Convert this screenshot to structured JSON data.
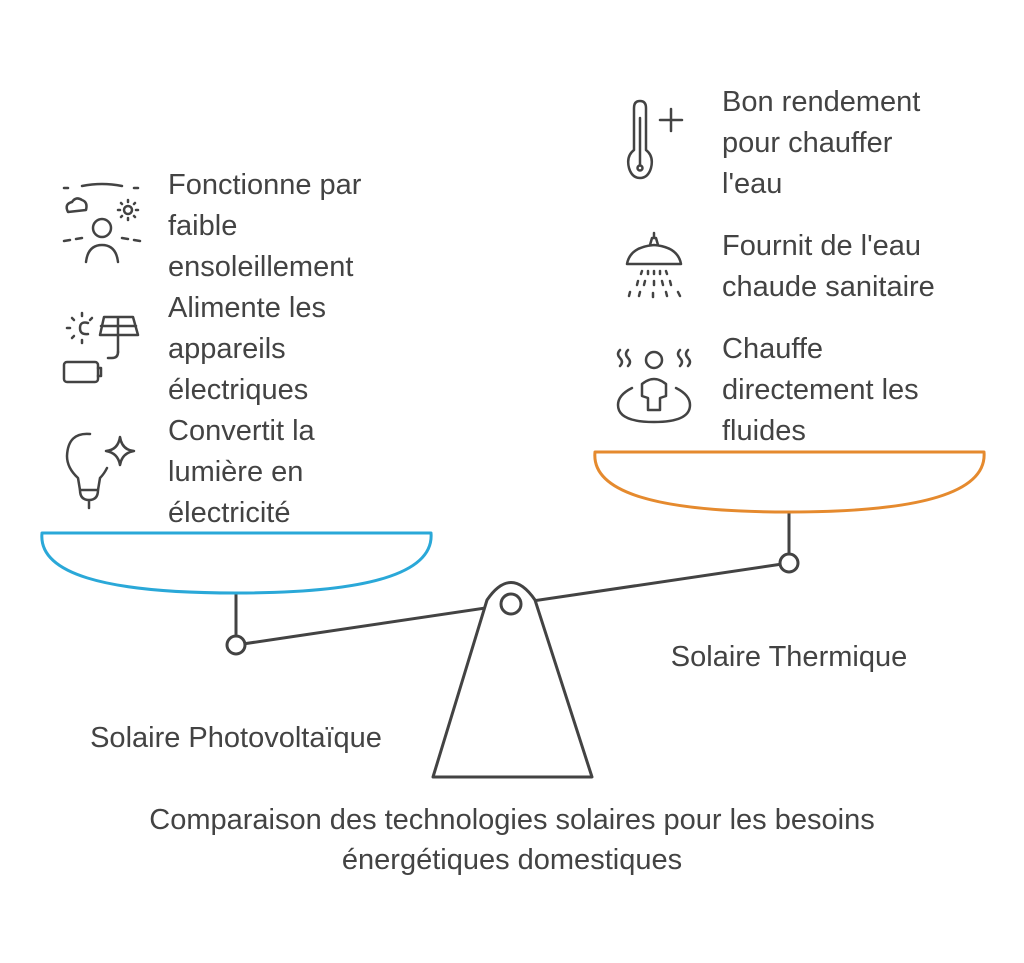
{
  "colors": {
    "photovoltaic": "#2AA8D8",
    "thermal": "#E58A2E",
    "ink": "#434343"
  },
  "left": {
    "label": "Solaire Photovoltaïque",
    "items": [
      {
        "icon": "weather-person-icon",
        "lines": [
          "Fonctionne par",
          "faible",
          "ensoleillement"
        ]
      },
      {
        "icon": "solar-panel-battery-icon",
        "lines": [
          "Alimente les",
          "appareils",
          "électriques"
        ]
      },
      {
        "icon": "lightbulb-sparkle-icon",
        "lines": [
          "Convertit la",
          "lumière en",
          "électricité"
        ]
      }
    ]
  },
  "right": {
    "label": "Solaire Thermique",
    "items": [
      {
        "icon": "thermometer-plus-icon",
        "lines": [
          "Bon rendement",
          "pour chauffer",
          "l'eau"
        ]
      },
      {
        "icon": "shower-icon",
        "lines": [
          "Fournit de l'eau",
          "chaude sanitaire"
        ]
      },
      {
        "icon": "heated-person-icon",
        "lines": [
          "Chauffe",
          "directement les",
          "fluides"
        ]
      }
    ]
  },
  "title": {
    "lines": [
      "Comparaison des technologies solaires pour les besoins",
      "énergétiques domestiques"
    ]
  }
}
